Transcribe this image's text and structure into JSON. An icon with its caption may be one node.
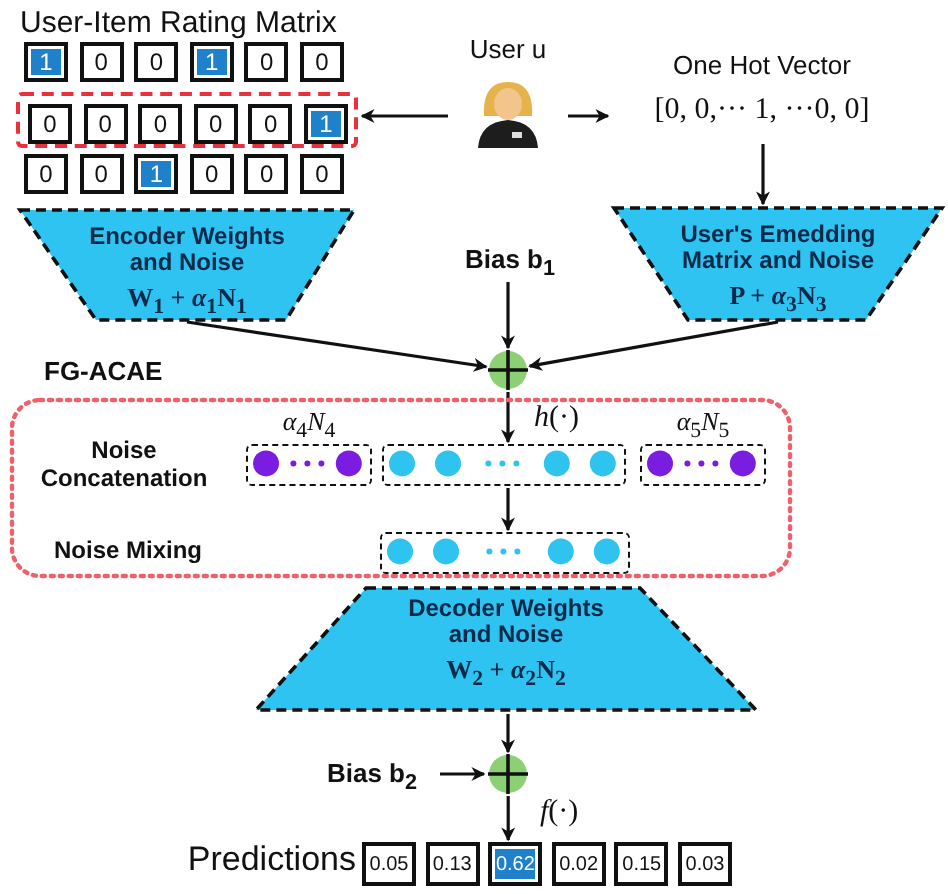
{
  "diagram": {
    "nodes": [
      {
        "text": [
          "1"
        ]
      },
      {
        "text": [
          "0"
        ]
      },
      {
        "text": [
          "0"
        ]
      },
      {
        "text": [
          "1"
        ]
      },
      {
        "text": [
          "0"
        ]
      },
      {
        "text": [
          "0"
        ]
      },
      {
        "text": [],
        "shape": "box"
      },
      {
        "text": [
          "0"
        ],
        "in": 6
      },
      {
        "text": [
          "0"
        ],
        "in": 6
      },
      {
        "text": [
          "0"
        ],
        "in": 6
      },
      {
        "text": [
          "0"
        ],
        "in": 6
      },
      {
        "text": [
          "0"
        ],
        "in": 6
      },
      {
        "text": [
          "1"
        ],
        "in": 6
      },
      {
        "text": [
          "0"
        ]
      },
      {
        "text": [
          "0"
        ]
      },
      {
        "text": [
          "1"
        ]
      },
      {
        "text": [
          "0"
        ]
      },
      {
        "text": [
          "0"
        ]
      },
      {
        "text": [
          "0"
        ]
      },
      {
        "text": [
          "Encoder Weights and Noise",
          "W$_{1}$ + *α*$_{1}$N$_{1}$"
        ]
      },
      {
        "text": [
          "User u"
        ]
      },
      {
        "text": [
          "One Hot Vector",
          "[0, 0,··· 1, ···0, 0]"
        ]
      },
      {
        "text": [
          "User's Emedding Matrix and Noise",
          "P + *α*$_{3}$N$_{3}$"
        ]
      },
      {
        "text": [
          "Bias b$_{1}$"
        ]
      },
      {
        "text": [],
        "shape": "circle"
      },
      {
        "text": [
          "FG-ACAE"
        ]
      },
      {
        "text": [],
        "shape": "box",
        "in": 25,
        "beside": [
          "*α*$_{4}$*N*$_{4}$"
        ]
      },
      {
        "text": [],
        "shape": "box",
        "in": 25
      },
      {
        "text": [],
        "shape": "box",
        "in": 25,
        "beside": [
          "*α*$_{5}$*N*$_{5}$"
        ]
      },
      {
        "text": [],
        "shape": "box",
        "in": 25
      },
      {
        "text": [
          "Decoder Weights and Noise",
          "W$_{2}$ + *α*$_{2}$N$_{2}$"
        ]
      },
      {
        "text": [
          "Bias b$_{2}$"
        ]
      },
      {
        "text": [],
        "shape": "circle"
      },
      {
        "text": [
          "0.05"
        ]
      },
      {
        "text": [
          "0.13"
        ]
      },
      {
        "text": [
          "0.62"
        ]
      },
      {
        "text": [
          "0.02"
        ]
      },
      {
        "text": [
          "0.15"
        ]
      },
      {
        "text": [
          "0.03"
        ]
      }
    ],
    "edges": [
      {
        "from": 20,
        "to": 6,
        "arrow": "to"
      },
      {
        "from": 20,
        "to": 21,
        "arrow": "to"
      },
      {
        "from": 21,
        "to": 22,
        "arrow": "to"
      },
      {
        "from": 19,
        "to": 24,
        "arrow": "to"
      },
      {
        "from": 22,
        "to": 24,
        "arrow": "to"
      },
      {
        "from": 23,
        "to": 24,
        "arrow": "to"
      },
      {
        "from": 24,
        "to": 27,
        "arrow": "to",
        "label": "*h*(·)"
      },
      {
        "from": 27,
        "to": 29,
        "arrow": "to"
      },
      {
        "from": 30,
        "to": 32,
        "arrow": "to"
      },
      {
        "from": 31,
        "to": 32,
        "arrow": "to"
      },
      {
        "from": 32,
        "to": 35,
        "arrow": "to",
        "label": "*f*(·)"
      }
    ],
    "labels": [
      "User-Item Rating Matrix",
      "Noise Concatenation",
      "Noise Mixing",
      "Predictions"
    ]
  }
}
